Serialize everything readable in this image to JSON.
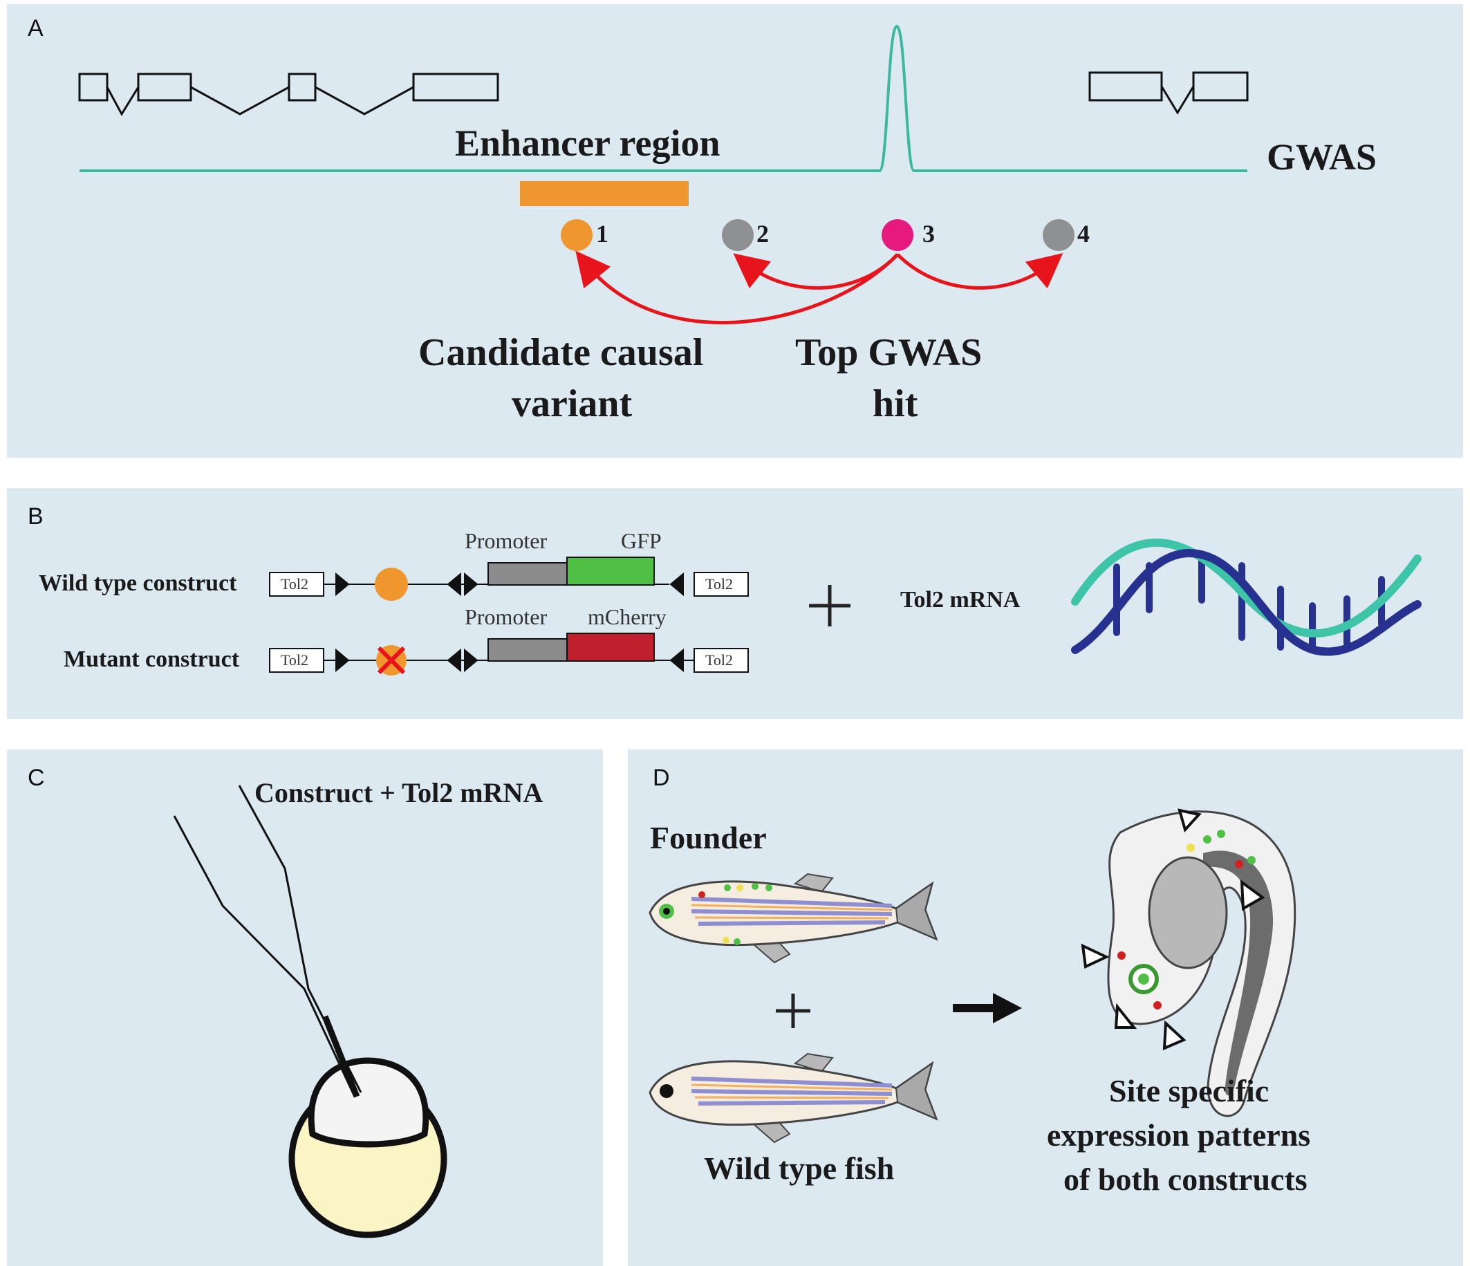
{
  "panels": {
    "a": {
      "letter": "A",
      "enhancer_label": "Enhancer region",
      "track_label": "GWAS",
      "variants": [
        {
          "id": "1",
          "color": "#f0962e"
        },
        {
          "id": "2",
          "color": "#8f9092"
        },
        {
          "id": "3",
          "color": "#e6197f"
        },
        {
          "id": "4",
          "color": "#8f9092"
        }
      ],
      "candidate_label_1": "Candidate causal",
      "candidate_label_2": "variant",
      "top_hit_label_1": "Top GWAS",
      "top_hit_label_2": "hit",
      "colors": {
        "track": "#3bb9a0",
        "enhancer": "#f0962e",
        "arrows": "#e8141c"
      }
    },
    "b": {
      "letter": "B",
      "wild_type_label": "Wild type construct",
      "mutant_label": "Mutant construct",
      "tol2_box": "Tol2",
      "promoter_label": "Promoter",
      "reporter_wt": "GFP",
      "reporter_mut": "mCherry",
      "plus": "+",
      "mrna_label": "Tol2 mRNA",
      "colors": {
        "gfp": "#4fbf45",
        "mcherry": "#c0202e",
        "promoter": "#8c8c8c",
        "strand_a": "#3ec4a8",
        "strand_b": "#27318f"
      }
    },
    "c": {
      "letter": "C",
      "injection_label": "Construct + Tol2 mRNA",
      "colors": {
        "yolk": "#fbf4c4",
        "cell": "#f4f4f4"
      }
    },
    "d": {
      "letter": "D",
      "founder_label": "Founder",
      "plus": "+",
      "arrow": "➔",
      "wild_type_fish_label": "Wild type fish",
      "result_1": "Site specific",
      "result_2": "expression patterns",
      "result_3": "of both constructs"
    }
  }
}
